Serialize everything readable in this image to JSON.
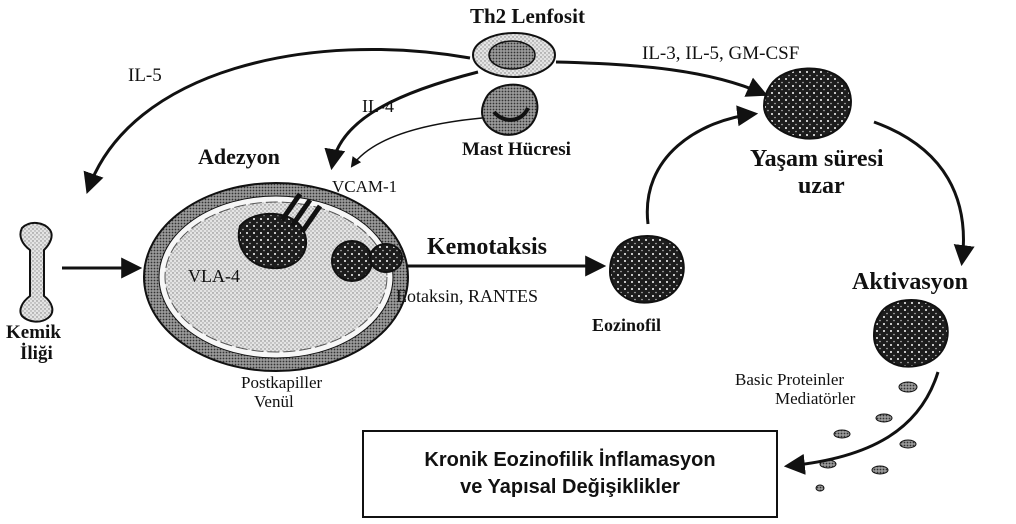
{
  "labels": {
    "th2_lymphocyte": "Th2 Lenfosit",
    "cytokines_survival": "IL-3, IL-5, GM-CSF",
    "il5": "IL-5",
    "il4": "IL-4",
    "adhesion": "Adezyon",
    "mast_cell": "Mast Hücresi",
    "vcam1": "VCAM-1",
    "survival_line1": "Yaşam süresi",
    "survival_line2": "uzar",
    "chemotaxis": "Kemotaksis",
    "chemokines": "Eotaksin, RANTES",
    "vla4": "VLA-4",
    "eosinophil": "Eozinofil",
    "activation": "Aktivasyon",
    "bone_marrow_line1": "Kemik",
    "bone_marrow_line2": "İliği",
    "venule_line1": "Postkapiller",
    "venule_line2": "Venül",
    "mediators_line1": "Basic Proteinler",
    "mediators_line2": "Mediatörler"
  },
  "result_box": {
    "line1": "Kronik Eozinofilik İnflamasyon",
    "line2": "ve Yapısal Değişiklikler"
  }
}
